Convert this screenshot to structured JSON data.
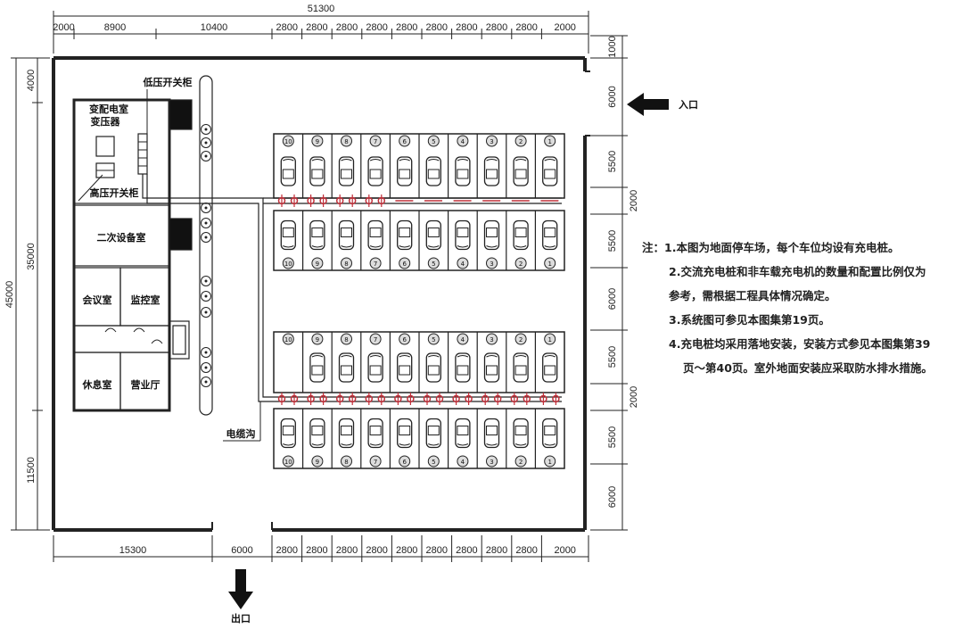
{
  "dimensions": {
    "overall_width": "51300",
    "top": [
      "2000",
      "8900",
      "10400",
      "2800",
      "2800",
      "2800",
      "2800",
      "2800",
      "2800",
      "2800",
      "2800",
      "2800",
      "2000"
    ],
    "bottom": [
      "15300",
      "6000",
      "2800",
      "2800",
      "2800",
      "2800",
      "2800",
      "2800",
      "2800",
      "2800",
      "2800",
      "2000"
    ],
    "left_overall": "45000",
    "left": [
      "4000",
      "35000",
      "11500"
    ],
    "right": [
      "1000",
      "6000",
      "5500",
      "2000",
      "5500",
      "6000",
      "5500",
      "2000",
      "5500",
      "6000"
    ]
  },
  "rooms": {
    "substation": "变配电室",
    "transformer": "变压器",
    "low_voltage_cabinet": "低压开关柜",
    "high_voltage_cabinet": "高压开关柜",
    "secondary_equipment": "二次设备室",
    "meeting_room": "会议室",
    "monitoring_room": "监控室",
    "rest_room": "休息室",
    "business_hall": "营业厅"
  },
  "cable_trench_label": "电缆沟",
  "entrance_label": "入口",
  "exit_label": "出口",
  "slot_numbers": [
    "10",
    "9",
    "8",
    "7",
    "6",
    "5",
    "4",
    "3",
    "2",
    "1"
  ],
  "charger_color": "#c0303a",
  "notes": [
    "注：1.本图为地面停车场，每个车位均设有充电桩。",
    "2.交流充电桩和非车载充电机的数量和配置比例仅为",
    "参考，需根据工程具体情况确定。",
    "3.系统图可参见本图集第19页。",
    "4.充电桩均采用落地安装，安装方式参见本图集第39",
    "页～第40页。室外地面安装应采取防水排水措施。"
  ]
}
